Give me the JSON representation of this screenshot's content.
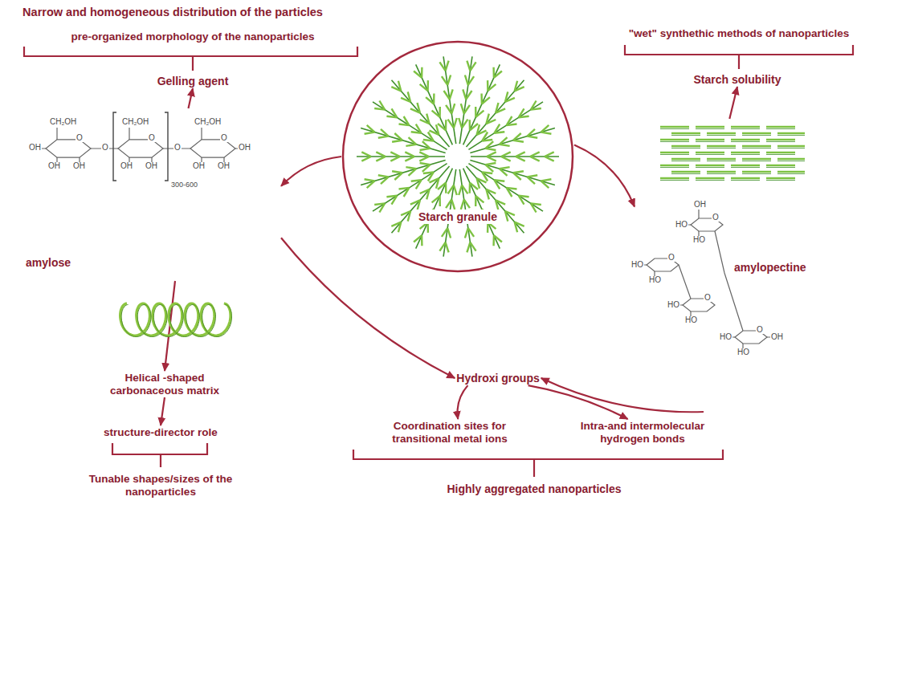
{
  "diagram": {
    "nodes": [
      {
        "text": [
          "Narrow and homogeneous distribution of the particles"
        ]
      },
      {
        "text": [
          "pre-organized morphology of the nanoparticles"
        ]
      },
      {
        "text": [
          "Gelling agent"
        ]
      },
      {
        "text": [
          "\"wet\" synthethic methods of nanoparticles"
        ]
      },
      {
        "text": [
          "Starch solubility"
        ]
      },
      {
        "text": [
          "Starch granule"
        ]
      },
      {
        "text": [
          "amylose"
        ]
      },
      {
        "text": [
          "amylopectine"
        ]
      },
      {
        "text": [
          "Helical -shaped carbonaceous matrix"
        ]
      },
      {
        "text": [
          "Hydroxi groups"
        ]
      },
      {
        "text": [
          "structure-director role"
        ]
      },
      {
        "text": [
          "Coordination sites for transitional metal ions"
        ]
      },
      {
        "text": [
          "Intra-and intermolecular hydrogen bonds"
        ]
      },
      {
        "text": [
          "Tunable shapes/sizes of the nanoparticles"
        ]
      },
      {
        "text": [
          "Highly aggregated nanoparticles"
        ]
      }
    ],
    "edges": [
      {
        "from": 6,
        "to": 2,
        "arrow": "to"
      },
      {
        "from": 5,
        "to": 6,
        "arrow": "to"
      },
      {
        "from": 5,
        "to": 7,
        "arrow": "to"
      },
      {
        "from": 7,
        "to": 4,
        "arrow": "to"
      },
      {
        "from": 6,
        "to": 8,
        "arrow": "to"
      },
      {
        "from": 6,
        "to": 9,
        "arrow": "to"
      },
      {
        "from": 7,
        "to": 9,
        "arrow": "to"
      },
      {
        "from": 8,
        "to": 10,
        "arrow": "to"
      },
      {
        "from": 9,
        "to": 11,
        "arrow": "to"
      },
      {
        "from": 9,
        "to": 12,
        "arrow": "to"
      }
    ],
    "labels": [
      "CH₂OH",
      "CH₂OH",
      "CH₂OH",
      "O",
      "O",
      "O",
      "O",
      "O",
      "OH",
      "OH",
      "OH",
      "OH",
      "OH",
      "OH",
      "OH",
      "OH",
      "300-600",
      "OH",
      "O",
      "HO",
      "HO",
      "O",
      "HO",
      "HO",
      "O",
      "HO",
      "HO",
      "O",
      "HO",
      "HO",
      "OH"
    ]
  }
}
